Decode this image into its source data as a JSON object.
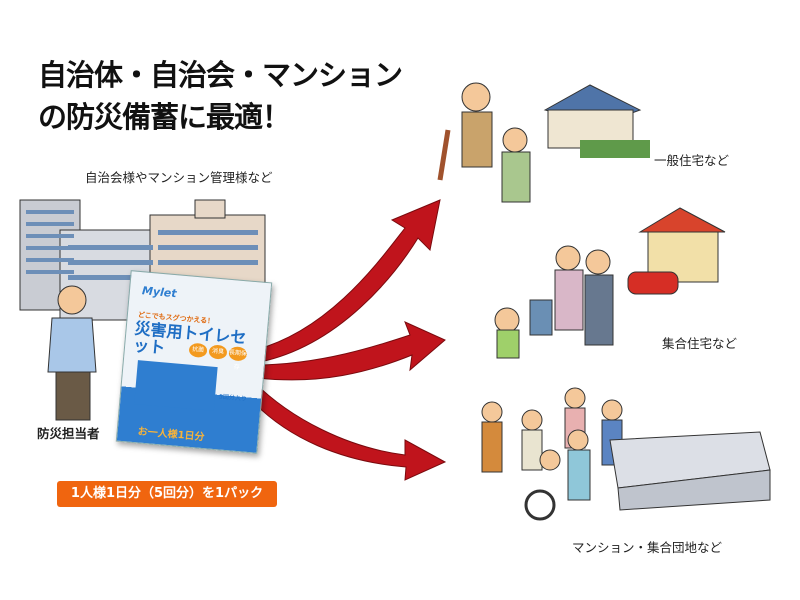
{
  "headline": {
    "line1": "自治体・自治会・マンション",
    "line2": "の防災備蓄に最適！"
  },
  "left": {
    "buildings_caption": "自治会様やマンション管理様など",
    "person_caption": "防災担当者",
    "badge": "1人様1日分（5回分）を1パック",
    "badge_color": "#f0650f"
  },
  "package": {
    "brand": "Mylet",
    "slogan": "どこでもスグつかえる！",
    "name": "災害用トイレセット",
    "features": [
      "抗菌",
      "消臭",
      "長期保存"
    ],
    "count": "5回分入り",
    "per_person": "お一人様1日分"
  },
  "arrow_color": "#c0141c",
  "targets": [
    {
      "caption": "一般住宅など"
    },
    {
      "caption": "集合住宅など"
    },
    {
      "caption": "マンション・集合団地など"
    }
  ]
}
